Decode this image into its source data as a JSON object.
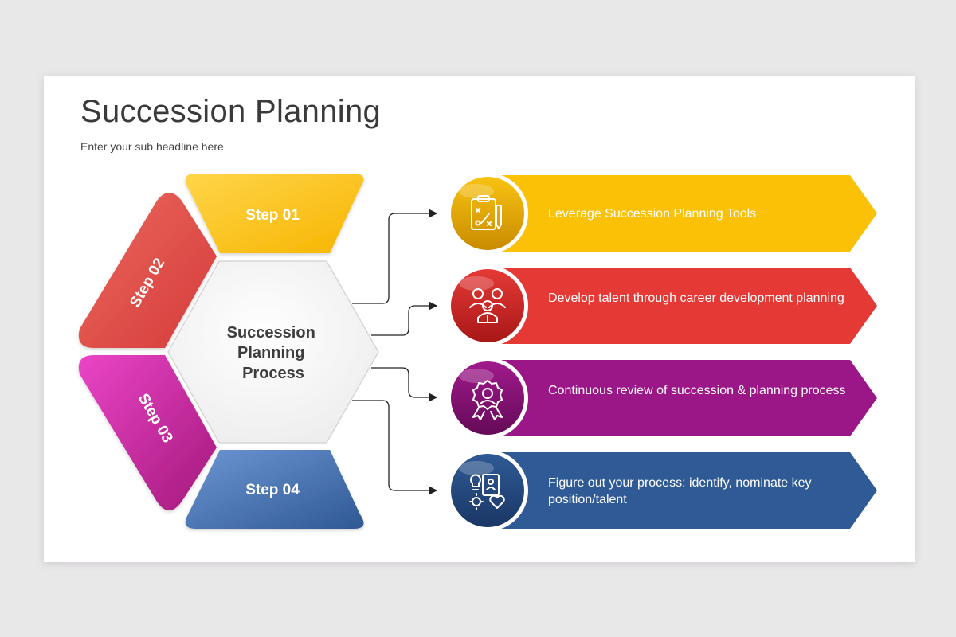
{
  "header": {
    "title": "Succession Planning",
    "subtitle": "Enter your sub headline here"
  },
  "diagram": {
    "center_lines": [
      "Succession",
      "Planning",
      "Process"
    ],
    "steps": [
      {
        "label": "Step 01",
        "color": "#fbc00e"
      },
      {
        "label": "Step 02",
        "color": "#e04545"
      },
      {
        "label": "Step 03",
        "color": "#c72a9c"
      },
      {
        "label": "Step 04",
        "color": "#4a74b4"
      }
    ]
  },
  "items": [
    {
      "text": "Leverage Succession Planning Tools",
      "icon": "clipboard-strategy-icon",
      "color": "#fbc107"
    },
    {
      "text": "Develop talent through career development planning",
      "icon": "team-people-icon",
      "color": "#e53935"
    },
    {
      "text": "Continuous review of succession & planning process",
      "icon": "award-badge-icon",
      "color": "#9b1686"
    },
    {
      "text": "Figure out your process: identify, nominate key position/talent",
      "icon": "idea-process-icon",
      "color": "#2f5a95"
    }
  ]
}
